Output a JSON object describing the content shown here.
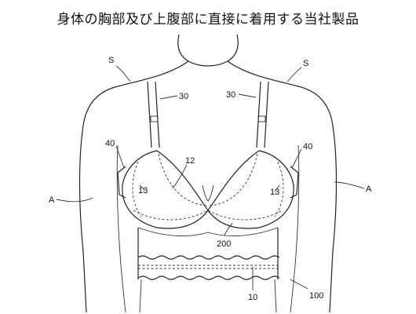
{
  "title": "身体の胸部及び上腹部に直接に着用する当社製品",
  "labels": {
    "s_left": "S",
    "s_right": "S",
    "strap_left": "30",
    "strap_right": "30",
    "tab_left": "40",
    "tab_right": "40",
    "cup_top": "12",
    "side_left": "13",
    "side_right": "13",
    "arm_left": "A",
    "arm_right": "A",
    "underband": "200",
    "hem": "10",
    "garment": "100"
  }
}
